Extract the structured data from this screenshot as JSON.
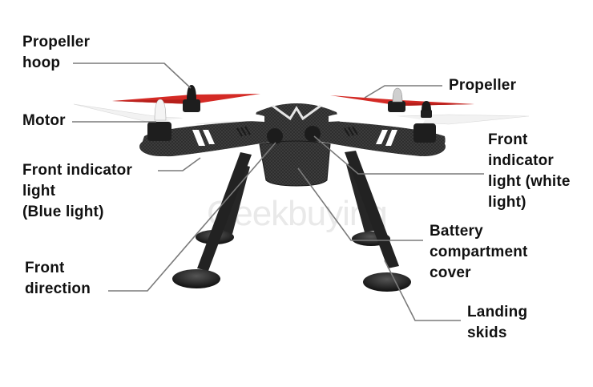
{
  "diagram": {
    "subject": "Quadcopter drone",
    "watermark": "Geekbuying",
    "colors": {
      "background": "#ffffff",
      "label_text": "#111111",
      "leader_line": "#7a7a7a",
      "propeller_red": "#d42a25",
      "propeller_white": "#f4f4f4",
      "body_dark": "#2b2b2b",
      "stripe_white": "#ffffff"
    },
    "labels": [
      {
        "id": "propeller-hoop",
        "lines": [
          "Propeller",
          "hoop"
        ]
      },
      {
        "id": "motor",
        "lines": [
          "Motor"
        ]
      },
      {
        "id": "front-indicator-blue",
        "lines": [
          "Front indicator",
          "light",
          "(Blue light)"
        ]
      },
      {
        "id": "front-direction",
        "lines": [
          "Front",
          "direction"
        ]
      },
      {
        "id": "propeller",
        "lines": [
          "Propeller"
        ]
      },
      {
        "id": "front-indicator-white",
        "lines": [
          "Front",
          "indicator",
          "light (white",
          "light)"
        ]
      },
      {
        "id": "battery-cover",
        "lines": [
          "Battery",
          "compartment",
          "cover"
        ]
      },
      {
        "id": "landing-skids",
        "lines": [
          "Landing",
          "skids"
        ]
      }
    ]
  }
}
